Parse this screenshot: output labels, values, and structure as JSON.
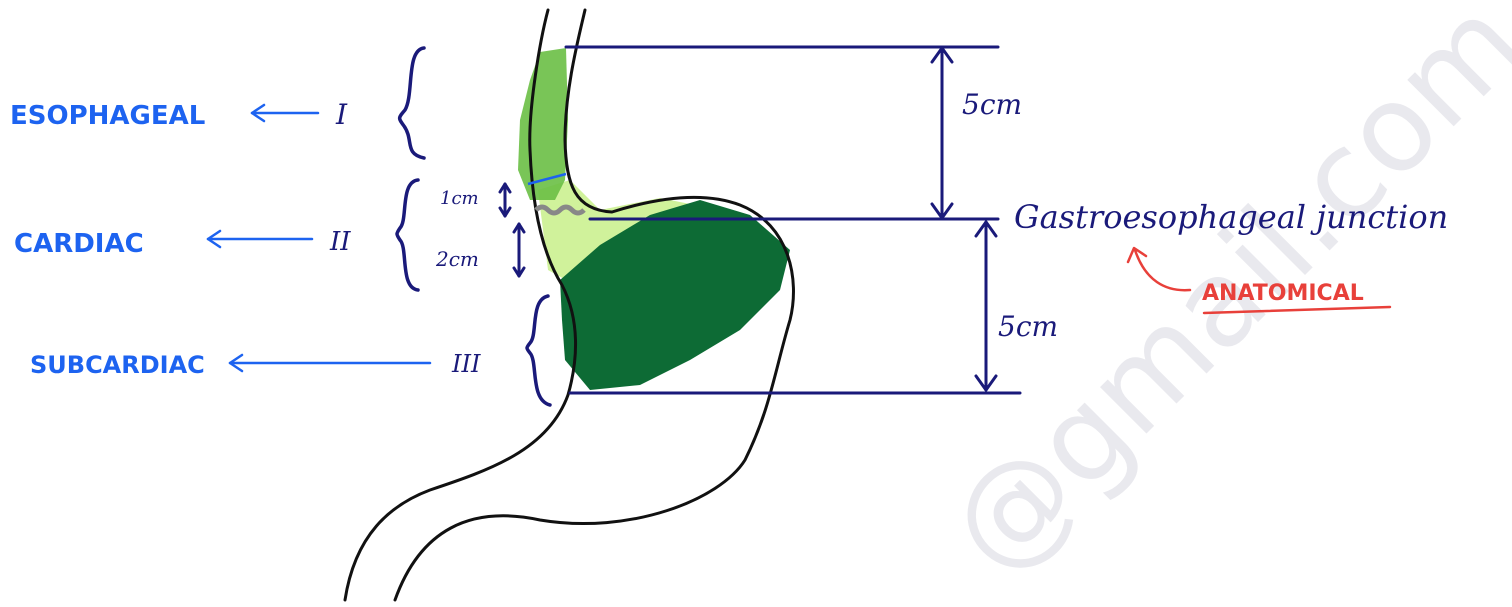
{
  "labels": {
    "esophageal": "ESOPHAGEAL",
    "cardiac": "CARDIAC",
    "subcardiac": "SUBCARDIAC",
    "type_1": "I",
    "type_2": "II",
    "type_3": "III"
  },
  "measurements": {
    "upper": "5cm",
    "lower": "5cm",
    "above_junction": "1cm",
    "below_junction": "2cm"
  },
  "junction": {
    "label": "Gastroesophageal junction",
    "note": "ANATOMICAL"
  },
  "watermark": "@gmail.com",
  "colors": {
    "label_blue": "#1d63f0",
    "navy": "#1a1a7a",
    "note_red": "#e8403a",
    "light_green": "#c8f08a",
    "mid_green": "#6abf45",
    "dark_green": "#0d6b35",
    "outline": "#111111"
  }
}
